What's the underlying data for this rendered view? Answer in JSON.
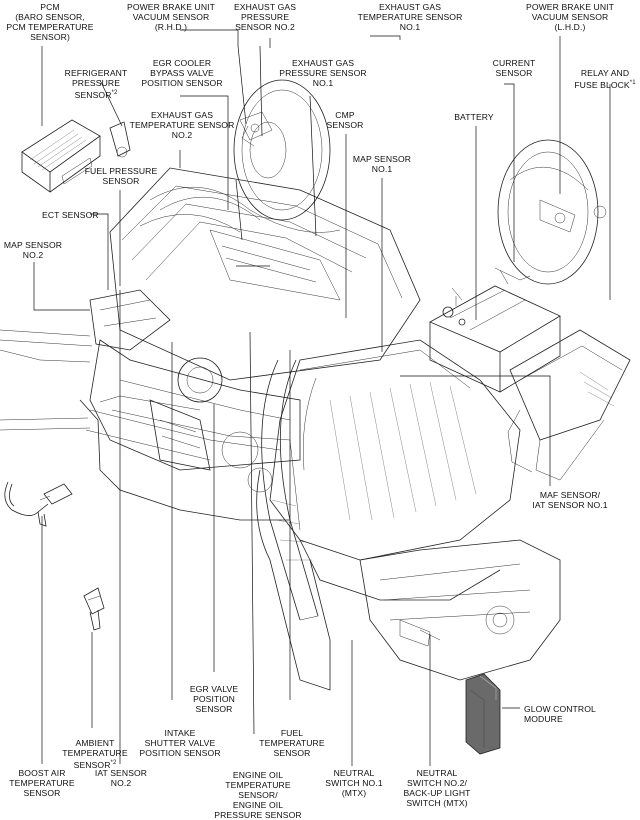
{
  "labels": {
    "pcm": "PCM\n(BARO SENSOR,\nPCM TEMPERATURE\nSENSOR)",
    "brake_rhd": "POWER BRAKE UNIT\nVACUUM SENSOR\n(R.H.D.)",
    "egt2": "EXHAUST GAS\nPRESSURE\nSENSOR NO.2",
    "egt_temp1": "EXHAUST GAS\nTEMPERATURE SENSOR\nNO.1",
    "brake_lhd": "POWER BRAKE UNIT\nVACUUM SENSOR\n(L.H.D.)",
    "refrigerant": "REFRIGERANT\nPRESSURE\nSENSOR",
    "refrigerant_mark": "*2",
    "egr_cooler": "EGR COOLER\nBYPASS VALVE\nPOSITION SENSOR",
    "egp1": "EXHAUST GAS\nPRESSURE SENSOR\nNO.1",
    "current": "CURRENT\nSENSOR",
    "relay": "RELAY AND\nFUSE BLOCK",
    "relay_mark": "*1",
    "egt_temp2": "EXHAUST GAS\nTEMPERATURE SENSOR\nNO.2",
    "cmp": "CMP\nSENSOR",
    "battery": "BATTERY",
    "fuel_pressure": "FUEL PRESSURE\nSENSOR",
    "map1": "MAP SENSOR\nNO.1",
    "ect": "ECT SENSOR",
    "map2": "MAP SENSOR\nNO.2",
    "maf": "MAF SENSOR/\nIAT SENSOR NO.1",
    "glow": "GLOW CONTROL\nMODURE",
    "egr_valve": "EGR VALVE\nPOSITION\nSENSOR",
    "ambient": "AMBIENT\nTEMPERATURE\nSENSOR",
    "ambient_mark": "*2",
    "intake_shutter": "INTAKE\nSHUTTER VALVE\nPOSITION SENSOR",
    "fuel_temp": "FUEL\nTEMPERATURE\nSENSOR",
    "boost": "BOOST AIR\nTEMPERATURE\nSENSOR",
    "iat2": "IAT SENSOR\nNO.2",
    "oil": "ENGINE OIL\nTEMPERATURE SENSOR/\nENGINE OIL\nPRESSURE SENSOR",
    "neutral1": "NEUTRAL\nSWITCH NO.1\n(MTX)",
    "neutral2": "NEUTRAL\nSWITCH NO.2/\nBACK-UP LIGHT\nSWITCH (MTX)"
  }
}
